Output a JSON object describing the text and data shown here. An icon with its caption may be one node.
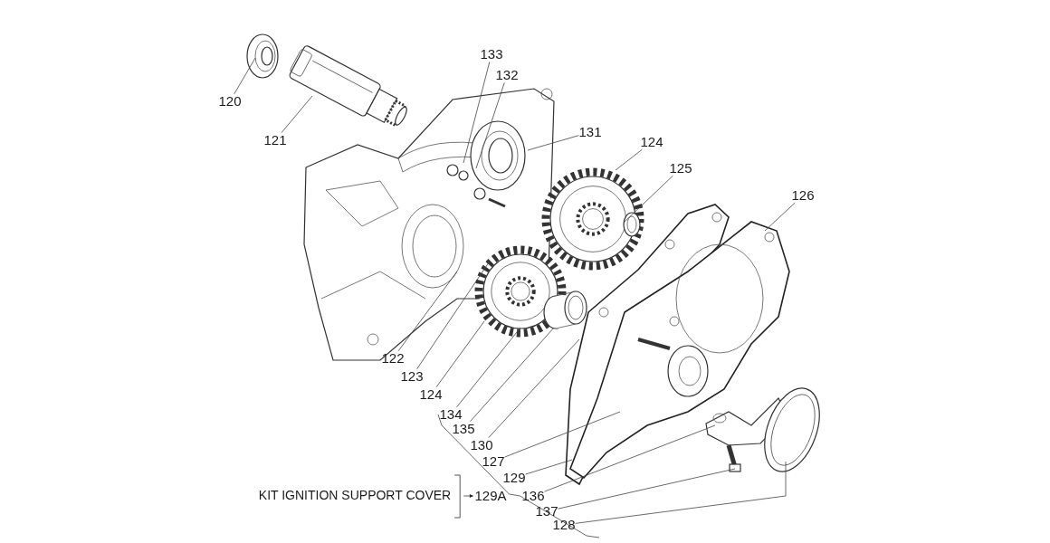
{
  "diagram": {
    "nodes": [
      {
        "text": [
          "120"
        ]
      },
      {
        "text": [
          "121"
        ]
      },
      {
        "text": [
          "133"
        ]
      },
      {
        "text": [
          "132"
        ]
      },
      {
        "text": [
          "131"
        ]
      },
      {
        "text": [
          "124"
        ]
      },
      {
        "text": [
          "125"
        ]
      },
      {
        "text": [
          "126"
        ]
      },
      {
        "text": [
          "122"
        ]
      },
      {
        "text": [
          "123"
        ]
      },
      {
        "text": [
          "124"
        ]
      },
      {
        "text": [
          "134"
        ]
      },
      {
        "text": [
          "135"
        ]
      },
      {
        "text": [
          "130"
        ]
      },
      {
        "text": [
          "127"
        ]
      },
      {
        "text": [
          "129"
        ]
      },
      {
        "text": [
          "136"
        ]
      },
      {
        "text": [
          "137"
        ]
      },
      {
        "text": [
          "128"
        ]
      },
      {
        "text": [
          "KIT IGNITION SUPPORT COVER"
        ]
      },
      {
        "text": [
          "129A"
        ]
      }
    ],
    "edges": [
      {
        "from": 0,
        "to": null,
        "arrow": "none"
      },
      {
        "from": 1,
        "to": null,
        "arrow": "none"
      },
      {
        "from": 2,
        "to": null,
        "arrow": "none"
      },
      {
        "from": 3,
        "to": null,
        "arrow": "none"
      },
      {
        "from": 4,
        "to": null,
        "arrow": "none"
      },
      {
        "from": 5,
        "to": null,
        "arrow": "none"
      },
      {
        "from": 6,
        "to": null,
        "arrow": "none"
      },
      {
        "from": 7,
        "to": null,
        "arrow": "none"
      },
      {
        "from": 8,
        "to": null,
        "arrow": "none"
      },
      {
        "from": 9,
        "to": null,
        "arrow": "none"
      },
      {
        "from": 10,
        "to": null,
        "arrow": "none"
      },
      {
        "from": 11,
        "to": null,
        "arrow": "none"
      },
      {
        "from": 12,
        "to": null,
        "arrow": "none"
      },
      {
        "from": 13,
        "to": null,
        "arrow": "none"
      },
      {
        "from": 14,
        "to": null,
        "arrow": "none"
      },
      {
        "from": 15,
        "to": null,
        "arrow": "none"
      },
      {
        "from": 16,
        "to": null,
        "arrow": "none"
      },
      {
        "from": 17,
        "to": null,
        "arrow": "none"
      },
      {
        "from": 18,
        "to": null,
        "arrow": "none"
      },
      {
        "from": 19,
        "to": 20,
        "arrow": "to"
      },
      {
        "from": 20,
        "to": null,
        "arrow": "none"
      }
    ]
  }
}
